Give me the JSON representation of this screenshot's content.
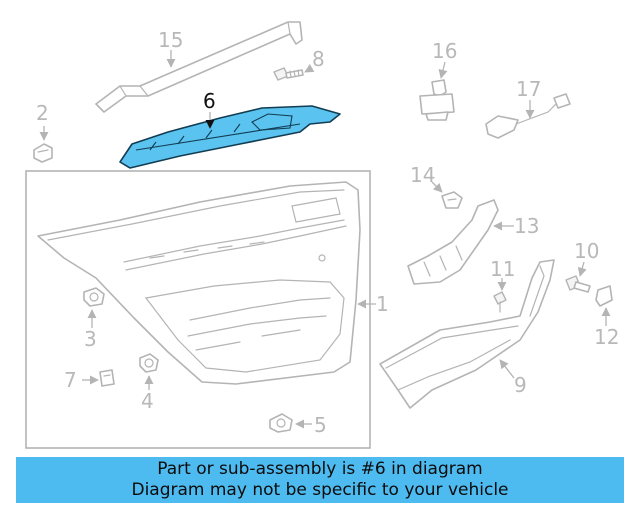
{
  "callouts": {
    "c1": "1",
    "c2": "2",
    "c3": "3",
    "c4": "4",
    "c5": "5",
    "c6": "6",
    "c7": "7",
    "c8": "8",
    "c9": "9",
    "c10": "10",
    "c11": "11",
    "c12": "12",
    "c13": "13",
    "c14": "14",
    "c15": "15",
    "c16": "16",
    "c17": "17"
  },
  "highlighted_part": "6",
  "colors": {
    "highlight": "#5bc3f0",
    "banner": "#4dbbf0",
    "line": "#b4b4b4"
  },
  "banner": {
    "line1": "Part or sub-assembly is #6 in diagram",
    "line2": "Diagram may not be specific to your vehicle"
  }
}
